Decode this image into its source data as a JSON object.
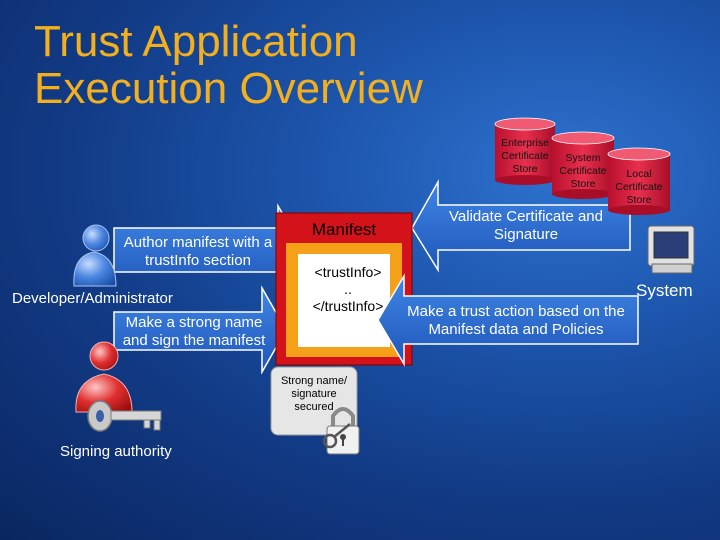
{
  "title": {
    "line1": "Trust Application",
    "line2": "Execution Overview"
  },
  "actors": {
    "developer": "Developer/Administrator",
    "signing": "Signing authority",
    "system": "System"
  },
  "arrows": {
    "author": {
      "line1": "Author manifest with a",
      "line2": "trustInfo section"
    },
    "strong_name": {
      "line1": "Make a strong name",
      "line2": "and sign the manifest"
    },
    "validate": {
      "line1": "Validate Certificate and",
      "line2": "Signature"
    },
    "trust_action": {
      "line1": "Make a trust action based on the",
      "line2": "Manifest data and Policies"
    }
  },
  "manifest": {
    "title": "Manifest",
    "open_tag": "<trustInfo>",
    "ellipsis": "..",
    "close_tag": "</trustInfo>"
  },
  "seal": {
    "line1": "Strong name/",
    "line2": "signature",
    "line3": "secured"
  },
  "stores": [
    {
      "line1": "Enterprise",
      "line2": "Certificate",
      "line3": "Store"
    },
    {
      "line1": "System",
      "line2": "Certificate",
      "line3": "Store"
    },
    {
      "line1": "Local",
      "line2": "Certificate",
      "line3": "Store"
    }
  ],
  "colors": {
    "title": "#f2b01e",
    "arrow_fill": "#2e6ad0",
    "manifest_outer": "#d4121a",
    "manifest_middle": "#f4a018",
    "store_fill": "#d81a3a",
    "developer": "#2e6ad0",
    "signer": "#cc1414"
  }
}
